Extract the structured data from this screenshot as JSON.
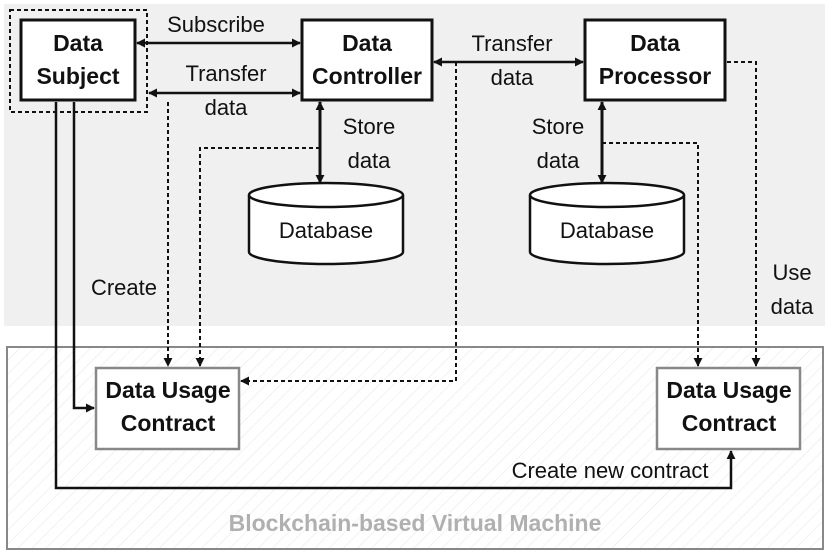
{
  "nodes": {
    "data_subject": [
      "Data",
      "Subject"
    ],
    "data_controller": [
      "Data",
      "Controller"
    ],
    "data_processor": [
      "Data",
      "Processor"
    ],
    "db_controller": "Database",
    "db_processor": "Database",
    "contract_left": [
      "Data Usage",
      "Contract"
    ],
    "contract_right": [
      "Data Usage",
      "Contract"
    ],
    "vm": "Blockchain-based Virtual Machine"
  },
  "edges": {
    "subscribe": "Subscribe",
    "transfer_subject": [
      "Transfer",
      "data"
    ],
    "transfer_processor": [
      "Transfer",
      "data"
    ],
    "store_controller": [
      "Store",
      "data"
    ],
    "store_processor": [
      "Store",
      "data"
    ],
    "create": "Create",
    "use_data": [
      "Use",
      "data"
    ],
    "create_new_contract": "Create new contract"
  },
  "colors": {
    "offchain_region": "#f0f0f0",
    "vm_border": "#888888",
    "vm_label": "#b0b0b0",
    "line": "#111111"
  }
}
